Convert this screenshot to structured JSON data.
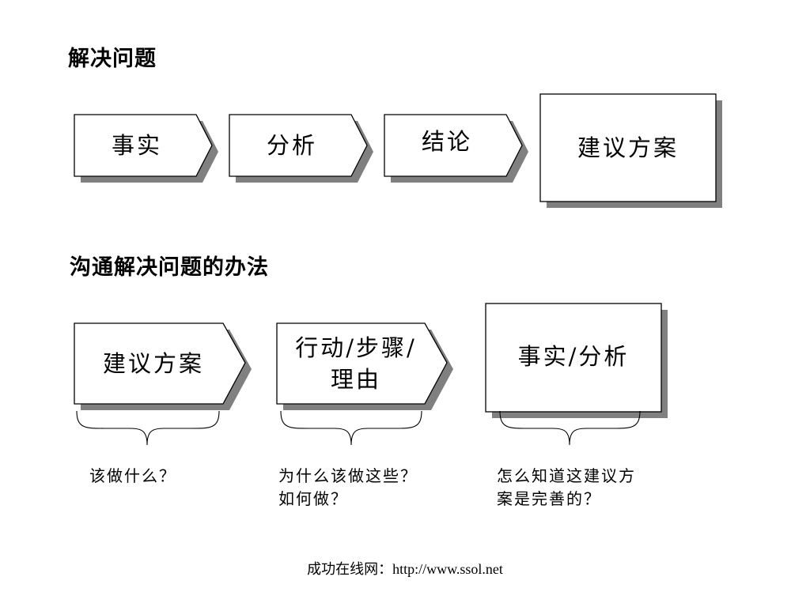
{
  "section1": {
    "title": "解决问题",
    "steps": [
      "事实",
      "分析",
      "结论"
    ],
    "result": "建议方案"
  },
  "section2": {
    "title": "沟通解决问题的办法",
    "steps": [
      "建议方案",
      "行动/步骤/\n理由"
    ],
    "result": "事实/分析",
    "captions": [
      "该做什么？",
      "为什么该做这些？\n如何做？",
      "怎么知道这建议方\n案是完善的？"
    ]
  },
  "footer": "成功在线网：http://www.ssol.net",
  "colors": {
    "shadow": "#808080",
    "border": "#000000",
    "fill": "#ffffff"
  }
}
